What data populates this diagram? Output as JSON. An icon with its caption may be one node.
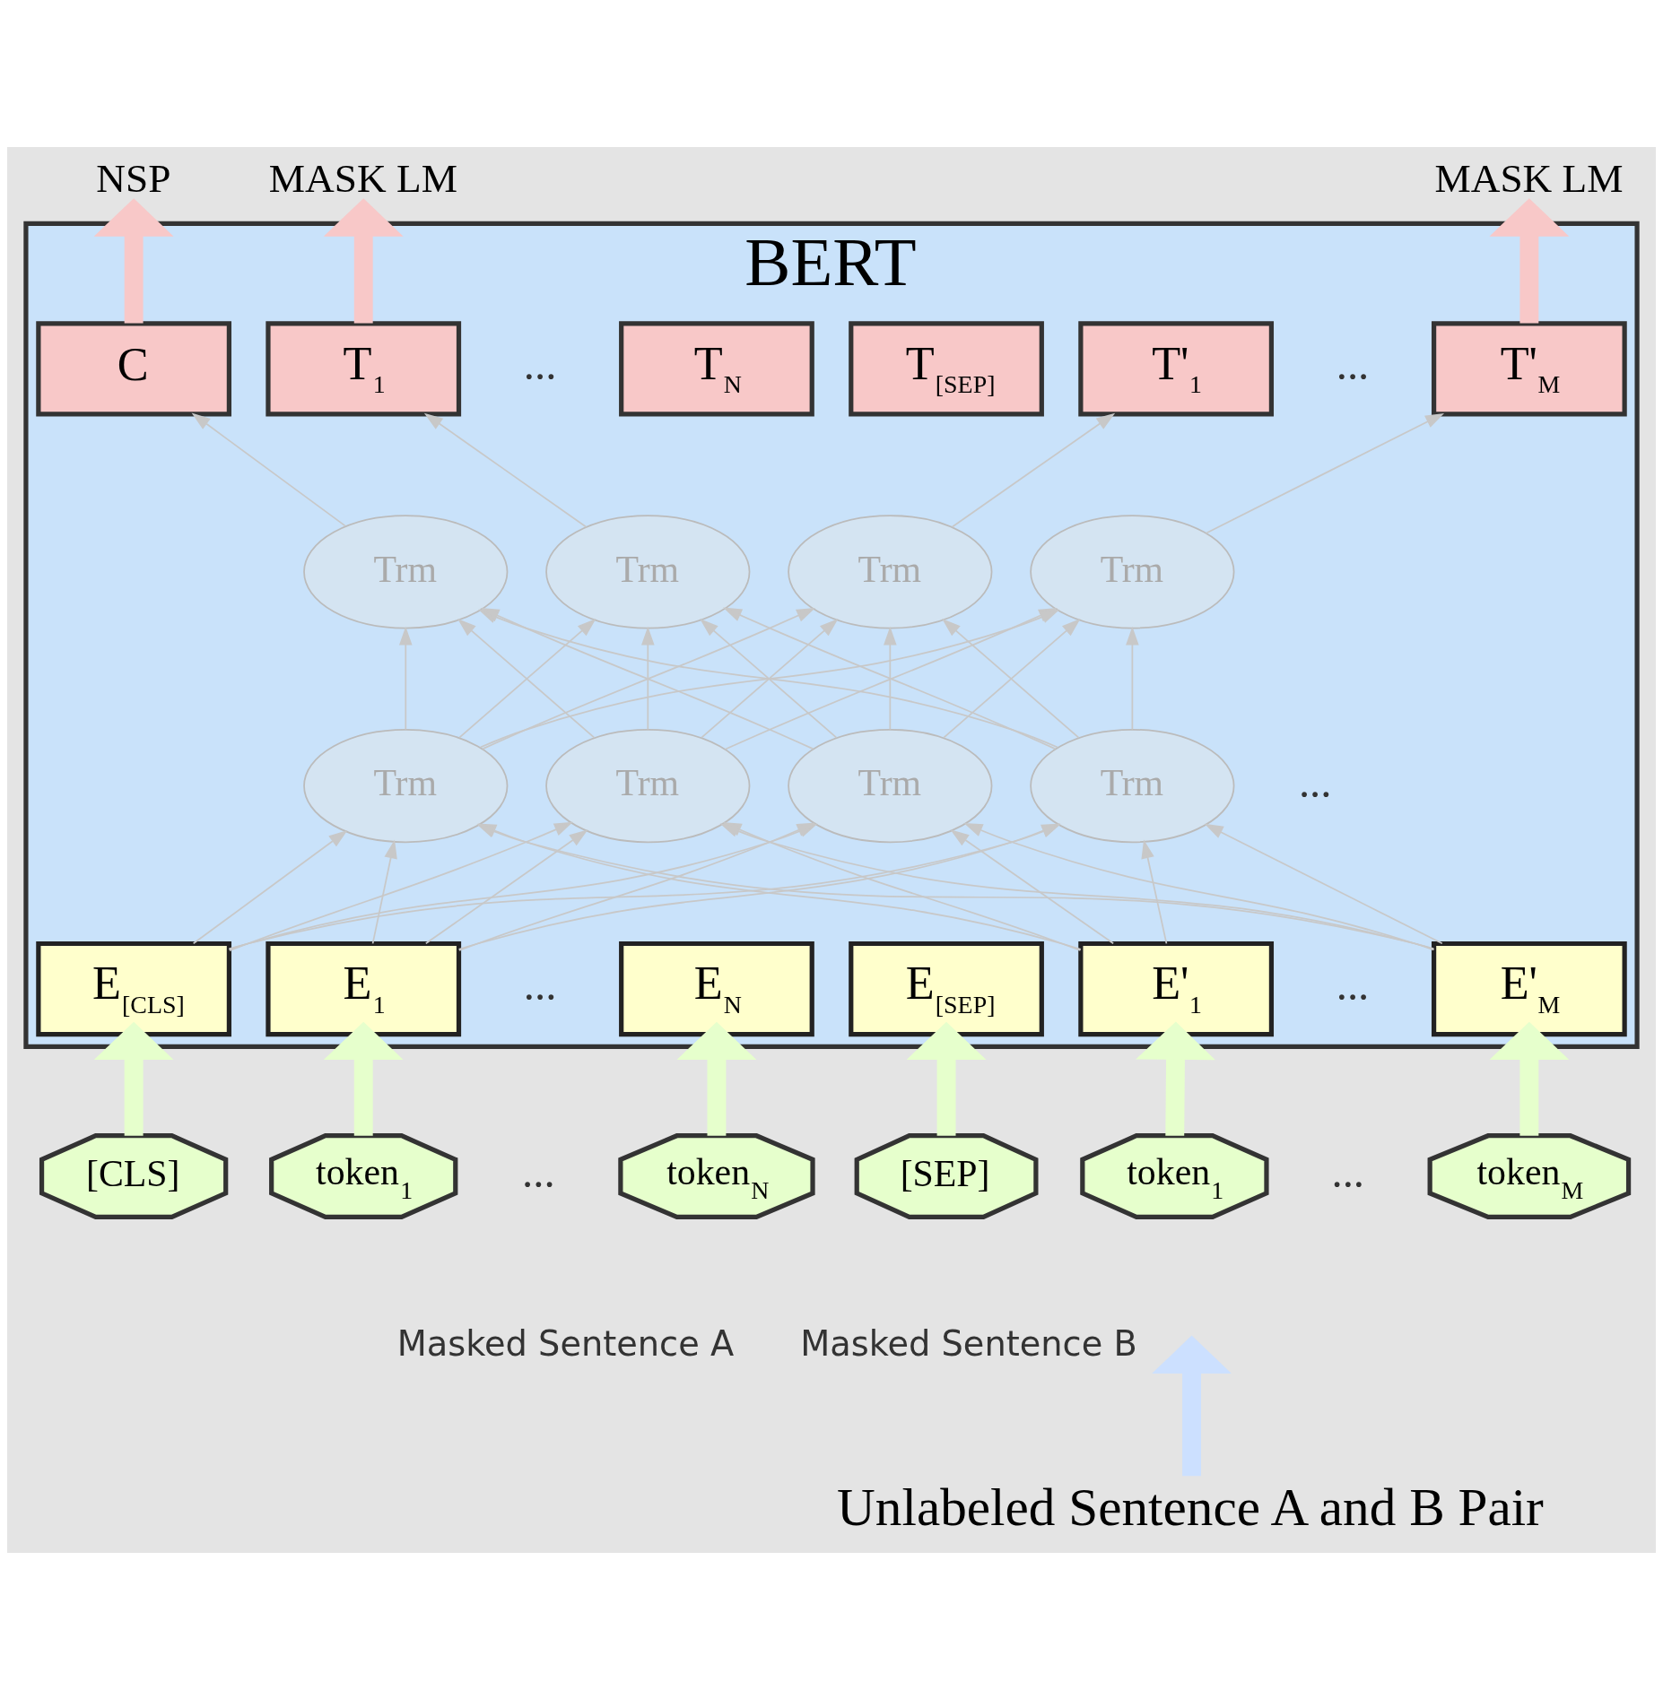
{
  "diagram": {
    "nodes": [
      {
        "text": [
          "NSP"
        ]
      },
      {
        "text": [
          "MASK LM"
        ]
      },
      {
        "text": [
          "MASK LM"
        ]
      },
      {
        "text": [
          "BERT"
        ]
      },
      {
        "text": [
          "C"
        ],
        "in": 3
      },
      {
        "text": [
          "T$_{1}$"
        ],
        "in": 3
      },
      {
        "text": [
          "T$_{N}$"
        ],
        "in": 3
      },
      {
        "text": [
          "T$_{[SEP]}$"
        ],
        "in": 3
      },
      {
        "text": [
          "T'$_{1}$"
        ],
        "in": 3
      },
      {
        "text": [
          "T'$_{M}$"
        ],
        "in": 3
      },
      {
        "text": [
          "Trm"
        ],
        "in": 3
      },
      {
        "text": [
          "Trm"
        ],
        "in": 3
      },
      {
        "text": [
          "Trm"
        ],
        "in": 3
      },
      {
        "text": [
          "Trm"
        ],
        "in": 3
      },
      {
        "text": [
          "Trm"
        ],
        "in": 3
      },
      {
        "text": [
          "Trm"
        ],
        "in": 3
      },
      {
        "text": [
          "Trm"
        ],
        "in": 3
      },
      {
        "text": [
          "Trm"
        ],
        "in": 3
      },
      {
        "text": [
          "E$_{[CLS]}$"
        ],
        "in": 3
      },
      {
        "text": [
          "E$_{1}$"
        ],
        "in": 3
      },
      {
        "text": [
          "E$_{N}$"
        ],
        "in": 3
      },
      {
        "text": [
          "E$_{[SEP]}$"
        ],
        "in": 3
      },
      {
        "text": [
          "E'$_{1}$"
        ],
        "in": 3
      },
      {
        "text": [
          "E'$_{M}$"
        ],
        "in": 3
      },
      {
        "text": [
          "[CLS]"
        ]
      },
      {
        "text": [
          "token$_{1}$"
        ]
      },
      {
        "text": [
          "token$_{N}$"
        ]
      },
      {
        "text": [
          "[SEP]"
        ]
      },
      {
        "text": [
          "token$_{1}$"
        ]
      },
      {
        "text": [
          "token$_{M}$"
        ]
      },
      {
        "text": [
          "Unlabeled Sentence A and B Pair"
        ]
      }
    ],
    "edges": [
      {
        "from": 4,
        "to": 0,
        "arrow": "to",
        "style": "thick",
        "color": "#f8c8c8"
      },
      {
        "from": 5,
        "to": 1,
        "arrow": "to",
        "style": "thick",
        "color": "#f8c8c8"
      },
      {
        "from": 9,
        "to": 2,
        "arrow": "to",
        "style": "thick",
        "color": "#f8c8c8"
      },
      {
        "from": 10,
        "to": 4,
        "arrow": "to"
      },
      {
        "from": 11,
        "to": 5,
        "arrow": "to"
      },
      {
        "from": 12,
        "to": 8,
        "arrow": "to"
      },
      {
        "from": 13,
        "to": 9,
        "arrow": "to"
      },
      {
        "from": 14,
        "to": 10,
        "arrow": "to"
      },
      {
        "from": 14,
        "to": 11,
        "arrow": "to"
      },
      {
        "from": 14,
        "to": 12,
        "arrow": "to"
      },
      {
        "from": 14,
        "to": 13,
        "arrow": "to"
      },
      {
        "from": 15,
        "to": 10,
        "arrow": "to"
      },
      {
        "from": 15,
        "to": 11,
        "arrow": "to"
      },
      {
        "from": 15,
        "to": 12,
        "arrow": "to"
      },
      {
        "from": 15,
        "to": 13,
        "arrow": "to"
      },
      {
        "from": 16,
        "to": 10,
        "arrow": "to"
      },
      {
        "from": 16,
        "to": 11,
        "arrow": "to"
      },
      {
        "from": 16,
        "to": 12,
        "arrow": "to"
      },
      {
        "from": 16,
        "to": 13,
        "arrow": "to"
      },
      {
        "from": 17,
        "to": 10,
        "arrow": "to"
      },
      {
        "from": 17,
        "to": 11,
        "arrow": "to"
      },
      {
        "from": 17,
        "to": 12,
        "arrow": "to"
      },
      {
        "from": 17,
        "to": 13,
        "arrow": "to"
      },
      {
        "from": 18,
        "to": 14,
        "arrow": "to"
      },
      {
        "from": 18,
        "to": 15,
        "arrow": "to"
      },
      {
        "from": 18,
        "to": 16,
        "arrow": "to"
      },
      {
        "from": 18,
        "to": 17,
        "arrow": "to"
      },
      {
        "from": 19,
        "to": 14,
        "arrow": "to"
      },
      {
        "from": 19,
        "to": 15,
        "arrow": "to"
      },
      {
        "from": 19,
        "to": 16,
        "arrow": "to"
      },
      {
        "from": 19,
        "to": 17,
        "arrow": "to"
      },
      {
        "from": 22,
        "to": 14,
        "arrow": "to"
      },
      {
        "from": 22,
        "to": 15,
        "arrow": "to"
      },
      {
        "from": 22,
        "to": 16,
        "arrow": "to"
      },
      {
        "from": 22,
        "to": 17,
        "arrow": "to"
      },
      {
        "from": 23,
        "to": 14,
        "arrow": "to"
      },
      {
        "from": 23,
        "to": 15,
        "arrow": "to"
      },
      {
        "from": 23,
        "to": 16,
        "arrow": "to"
      },
      {
        "from": 23,
        "to": 17,
        "arrow": "to"
      },
      {
        "from": 24,
        "to": 18,
        "arrow": "to",
        "style": "thick",
        "color": "#e6ffcc"
      },
      {
        "from": 25,
        "to": 19,
        "arrow": "to",
        "style": "thick",
        "color": "#e6ffcc"
      },
      {
        "from": 26,
        "to": 20,
        "arrow": "to",
        "style": "thick",
        "color": "#e6ffcc"
      },
      {
        "from": 27,
        "to": 21,
        "arrow": "to",
        "style": "thick",
        "color": "#e6ffcc"
      },
      {
        "from": 28,
        "to": 22,
        "arrow": "to",
        "style": "thick",
        "color": "#e6ffcc"
      },
      {
        "from": 29,
        "to": 23,
        "arrow": "to",
        "style": "thick",
        "color": "#e6ffcc"
      },
      {
        "from": 30,
        "to": null,
        "arrow": "to",
        "style": "thick",
        "color": "#cce0ff"
      }
    ],
    "labels": [
      "...",
      "...",
      "...",
      "...",
      "...",
      "...",
      "...",
      "Masked Sentence A",
      "Masked Sentence B"
    ]
  }
}
